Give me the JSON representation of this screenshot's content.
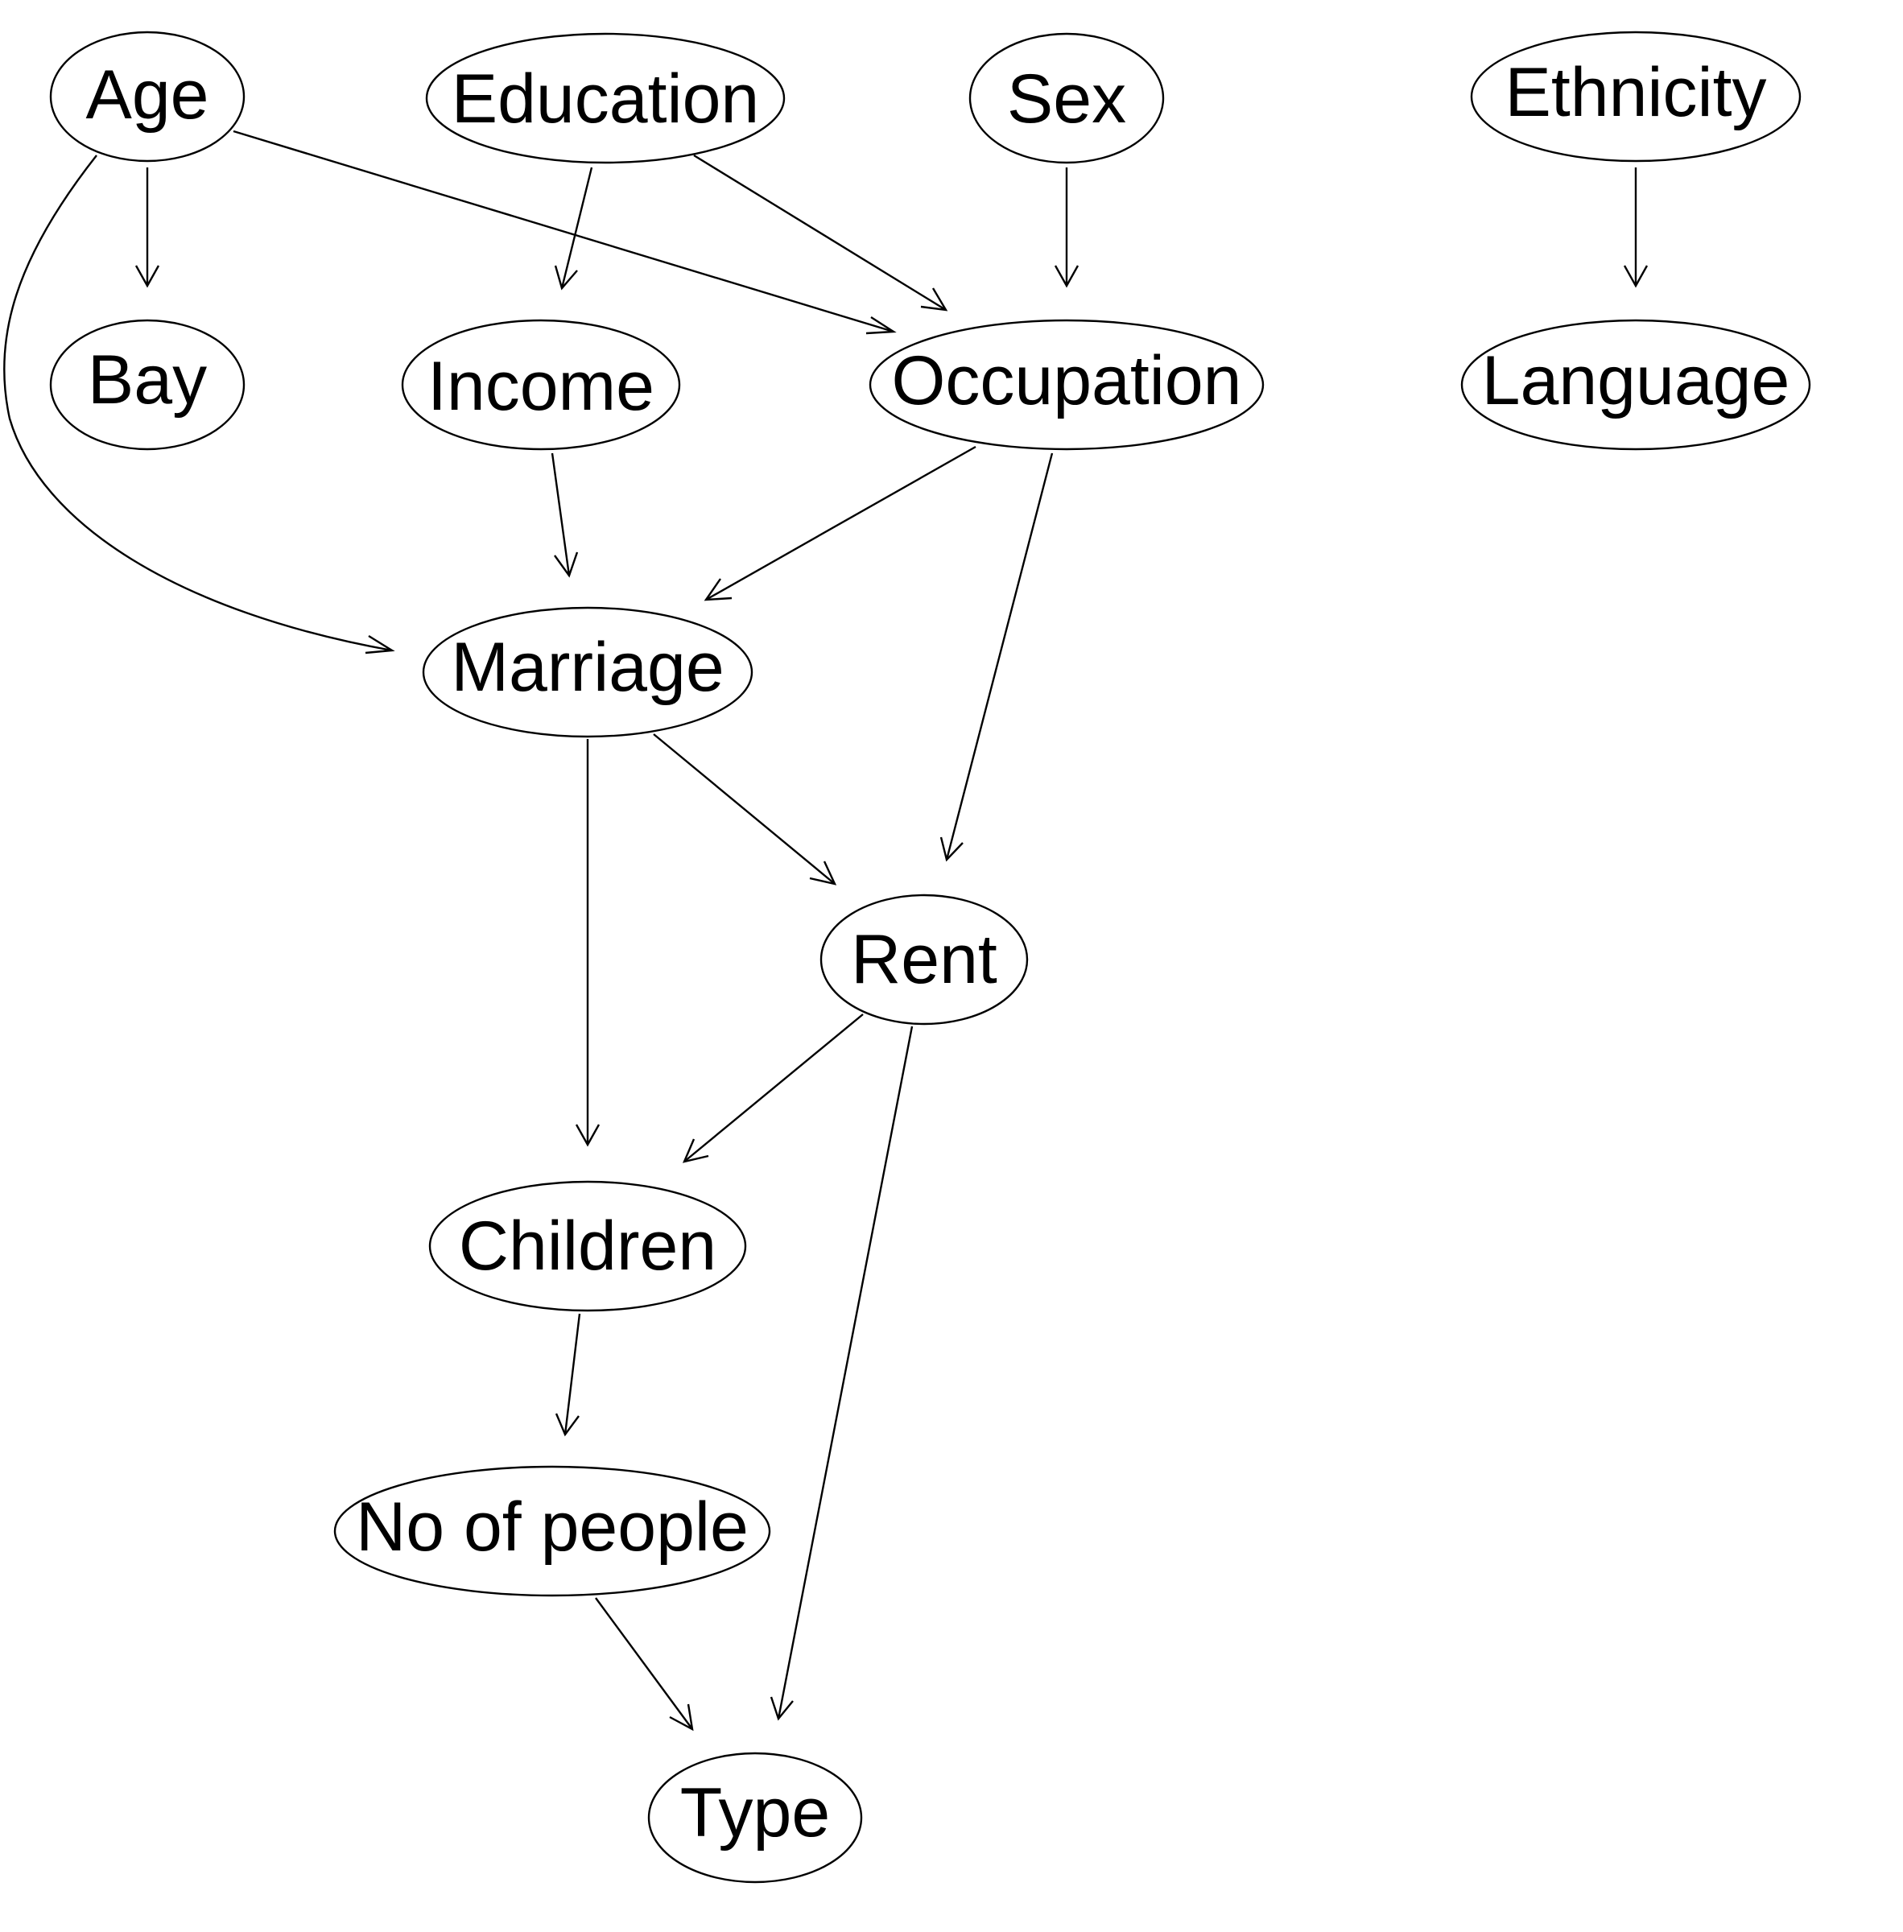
{
  "nodes": [
    {
      "id": "age",
      "label": "Age"
    },
    {
      "id": "education",
      "label": "Education"
    },
    {
      "id": "sex",
      "label": "Sex"
    },
    {
      "id": "ethnicity",
      "label": "Ethnicity"
    },
    {
      "id": "bay",
      "label": "Bay"
    },
    {
      "id": "income",
      "label": "Income"
    },
    {
      "id": "occupation",
      "label": "Occupation"
    },
    {
      "id": "language",
      "label": "Language"
    },
    {
      "id": "marriage",
      "label": "Marriage"
    },
    {
      "id": "rent",
      "label": "Rent"
    },
    {
      "id": "children",
      "label": "Children"
    },
    {
      "id": "no_of_people",
      "label": "No of people"
    },
    {
      "id": "type",
      "label": "Type"
    }
  ],
  "edges": [
    {
      "from": "age",
      "to": "bay"
    },
    {
      "from": "age",
      "to": "occupation"
    },
    {
      "from": "age",
      "to": "marriage"
    },
    {
      "from": "education",
      "to": "income"
    },
    {
      "from": "education",
      "to": "occupation"
    },
    {
      "from": "sex",
      "to": "occupation"
    },
    {
      "from": "ethnicity",
      "to": "language"
    },
    {
      "from": "income",
      "to": "marriage"
    },
    {
      "from": "occupation",
      "to": "marriage"
    },
    {
      "from": "occupation",
      "to": "rent"
    },
    {
      "from": "marriage",
      "to": "rent"
    },
    {
      "from": "marriage",
      "to": "children"
    },
    {
      "from": "rent",
      "to": "children"
    },
    {
      "from": "rent",
      "to": "type"
    },
    {
      "from": "children",
      "to": "no_of_people"
    },
    {
      "from": "no_of_people",
      "to": "type"
    }
  ]
}
